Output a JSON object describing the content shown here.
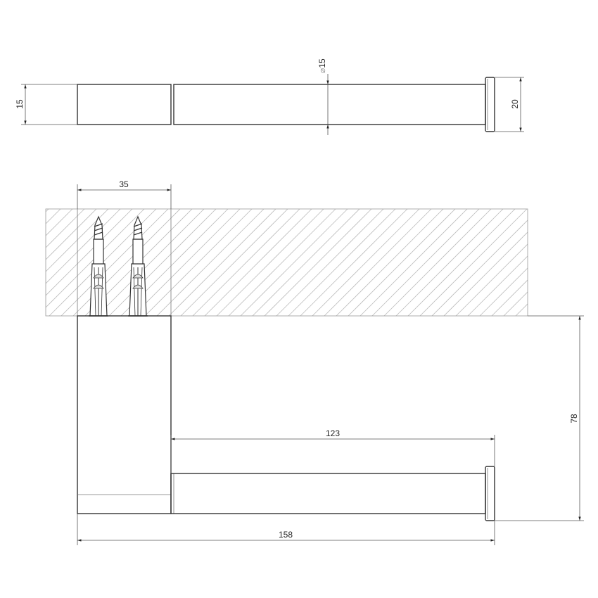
{
  "dimensions": {
    "top_left_height": "15",
    "rod_diameter": "15",
    "diameter_symbol": "⌀",
    "cap_diameter": "20",
    "base_width": "35",
    "rod_length": "123",
    "total_length": "158",
    "height_below_wall": "78"
  }
}
